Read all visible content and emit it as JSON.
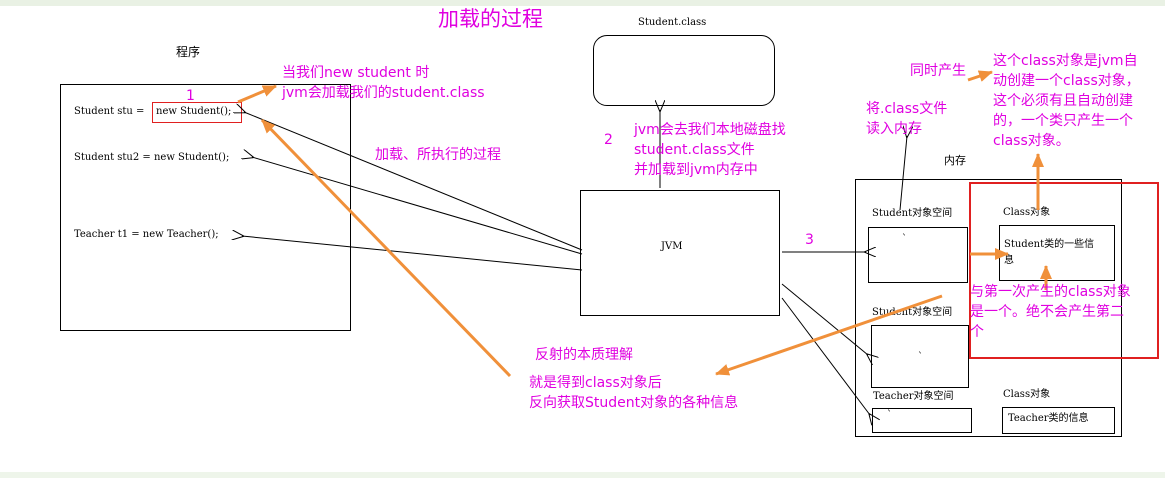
{
  "title": "加载的过程",
  "program_label": "程序",
  "code": {
    "line1_prefix": "Student stu = ",
    "line1_new": "new Student();",
    "line2": "Student stu2 = new Student();",
    "line3": "Teacher t1 = new Teacher();"
  },
  "class_file_label": "Student.class",
  "jvm_label": "JVM",
  "memory_label": "内存",
  "step1_number": "1",
  "step1_text": [
    "当我们new student 时",
    "jvm会加载我们的student.class"
  ],
  "step2_number": "2",
  "step2_text": [
    "jvm会去我们本地磁盘找",
    "student.class文件",
    "并加载到jvm内存中"
  ],
  "step3_number": "3",
  "load_process_text": "加载、所执行的过程",
  "read_into_memory_text": [
    "将.class文件",
    "读入内存"
  ],
  "simultaneous_text": "同时产生",
  "class_object_note": [
    "这个class对象是jvm自",
    "动创建一个class对象，",
    "这个必须有且自动创建",
    "的，一个类只产生一个",
    "class对象。"
  ],
  "student_space_1": "Student对象空间",
  "student_space_2": "Student对象空间",
  "teacher_space": "Teacher对象空间",
  "class_object_label_1": "Class对象",
  "class_object_label_2": "Class对象",
  "student_class_info": [
    "Student类的一些信",
    "息"
  ],
  "teacher_class_info": "Teacher类的信息",
  "same_object_note": [
    "与第一次产生的class对象",
    "是一个。绝不会产生第二",
    "个"
  ],
  "reflection_title": "反射的本质理解",
  "reflection_text": [
    "就是得到class对象后",
    "反向获取Student对象的各种信息"
  ],
  "space_marks": [
    "`",
    "`",
    "`"
  ],
  "colors": {
    "pink": "#e000e0",
    "orange": "#f0903a",
    "red": "#e02020"
  }
}
